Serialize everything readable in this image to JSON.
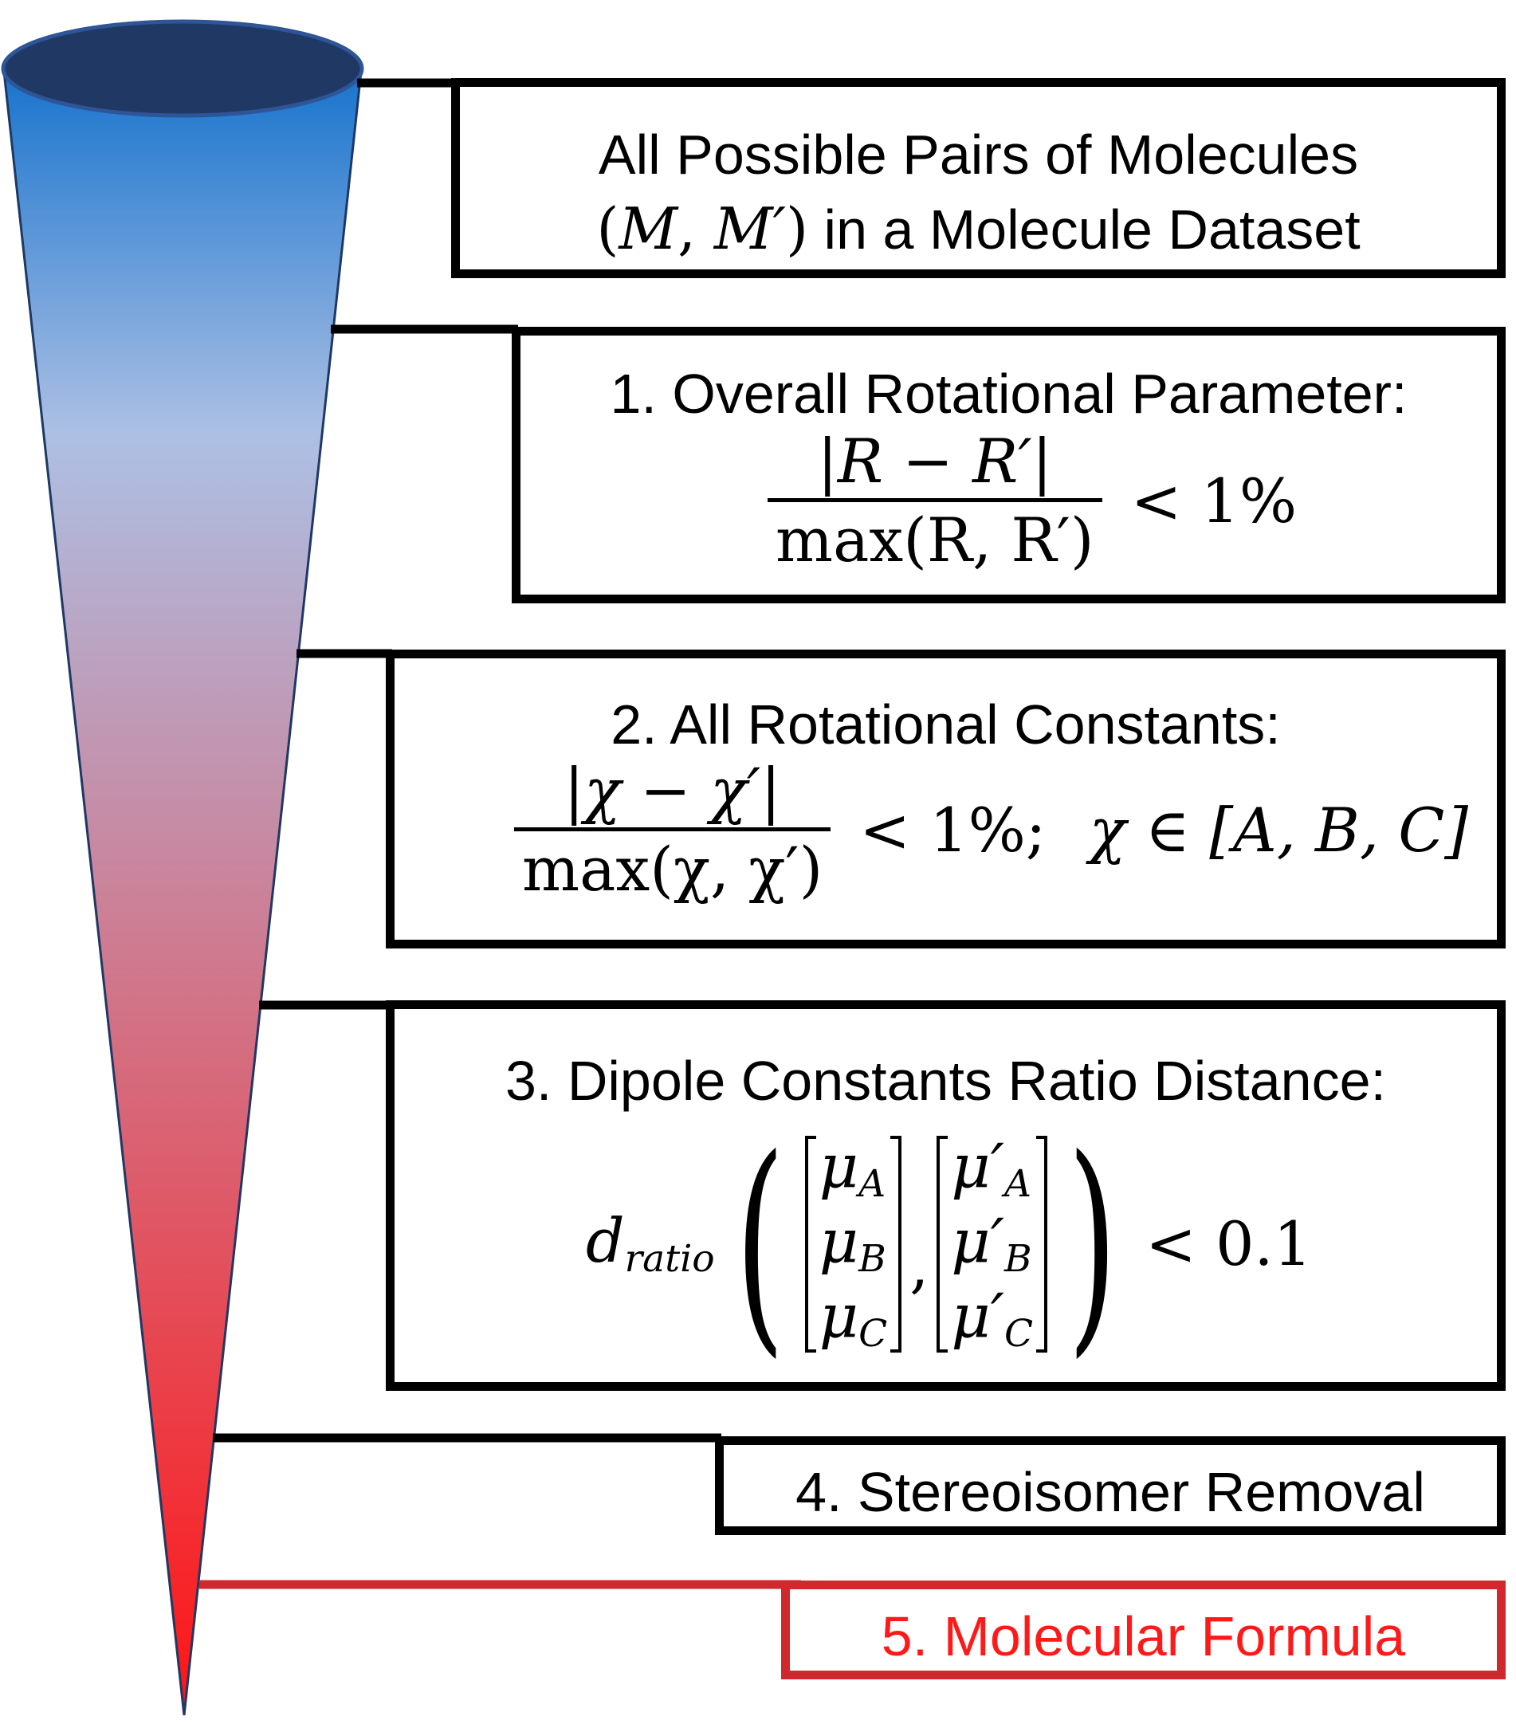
{
  "colors": {
    "funnel_top": "#1f3864",
    "funnel_upper": "#1874cd",
    "funnel_middle": "#adc0e4",
    "funnel_bottom": "#ff1414",
    "box_border": "#000000",
    "highlight": "#d0282d",
    "highlight_text": "#ff1a1a"
  },
  "steps": [
    {
      "line1": "All Possible Pairs of Molecules",
      "pair_open": "(",
      "pair_m": "M",
      "pair_sep": ", ",
      "pair_m_prime": "M′",
      "pair_close": ")",
      "line2_suffix": " in a Molecule Dataset"
    },
    {
      "title": "1. Overall Rotational Parameter:",
      "numerator": "|R − R′|",
      "denominator": "max(R, R′)",
      "comparison": "< 1%"
    },
    {
      "title": "2. All Rotational Constants:",
      "numerator": "|χ − χ′|",
      "denominator": "max(χ, χ′)",
      "comparison": "< 1%;",
      "domain": "χ ∈ [A, B, C]"
    },
    {
      "title": "3. Dipole Constants Ratio Distance:",
      "d": "d",
      "d_sub": "ratio",
      "vec1": [
        "μ",
        "μ",
        "μ"
      ],
      "vec1_sub": [
        "A",
        "B",
        "C"
      ],
      "vec2": [
        "μ′",
        "μ′",
        "μ′"
      ],
      "vec2_sub": [
        "A",
        "B",
        "C"
      ],
      "comma": ",",
      "comparison": "< 0.1"
    },
    {
      "title": "4. Stereoisomer Removal"
    },
    {
      "title": "5. Molecular Formula"
    }
  ]
}
